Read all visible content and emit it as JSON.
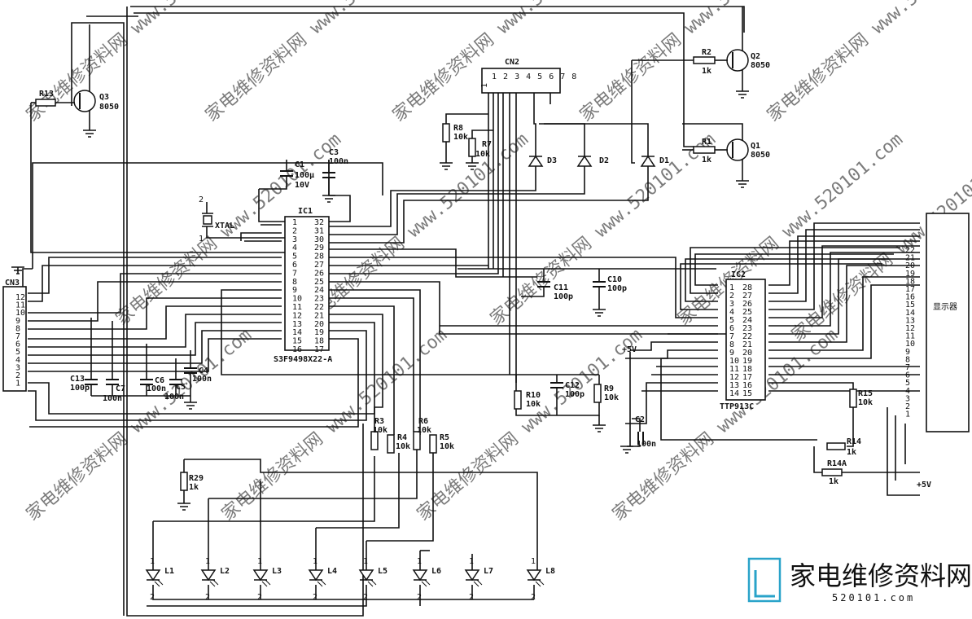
{
  "watermark": "家电维修资料网 www.520101.com",
  "logo": {
    "name": "家电维修资料网",
    "url": "520101.com"
  },
  "ic1": {
    "label": "IC1",
    "part": "S3F9498X22-A",
    "left_pins": [
      "1",
      "2",
      "3",
      "4",
      "5",
      "6",
      "7",
      "8",
      "9",
      "10",
      "11",
      "12",
      "13",
      "14",
      "15",
      "16"
    ],
    "right_pins": [
      "32",
      "31",
      "30",
      "29",
      "28",
      "27",
      "26",
      "25",
      "24",
      "23",
      "22",
      "21",
      "20",
      "19",
      "18",
      "17"
    ]
  },
  "ic2": {
    "label": "IC2",
    "part": "TTP913C",
    "left_pins": [
      "1",
      "2",
      "3",
      "4",
      "5",
      "6",
      "7",
      "8",
      "9",
      "10",
      "11",
      "12",
      "13",
      "14"
    ],
    "right_pins": [
      "28",
      "27",
      "26",
      "25",
      "24",
      "23",
      "22",
      "21",
      "20",
      "19",
      "18",
      "17",
      "16",
      "15"
    ]
  },
  "cn2": {
    "label": "CN2",
    "pins": "1 2 3 4 5 6 7 8"
  },
  "cn3": {
    "label": "CN3",
    "pins": [
      "12",
      "11",
      "10",
      "9",
      "8",
      "7",
      "6",
      "5",
      "4",
      "3",
      "2",
      "1"
    ]
  },
  "display": {
    "label": "显示器",
    "pins": [
      "22",
      "21",
      "20",
      "19",
      "18",
      "17",
      "16",
      "15",
      "14",
      "13",
      "12",
      "11",
      "10",
      "9",
      "8",
      "7",
      "6",
      "5",
      "4",
      "3",
      "2",
      "1"
    ]
  },
  "transistors": [
    {
      "ref": "Q3",
      "type": "8050"
    },
    {
      "ref": "Q2",
      "type": "8050"
    },
    {
      "ref": "Q1",
      "type": "8050"
    }
  ],
  "resistors": [
    {
      "ref": "R13",
      "value": ""
    },
    {
      "ref": "R2",
      "value": "1k"
    },
    {
      "ref": "R1",
      "value": "1k"
    },
    {
      "ref": "R8",
      "value": "10k"
    },
    {
      "ref": "R7",
      "value": "10k"
    },
    {
      "ref": "R10",
      "value": "10k"
    },
    {
      "ref": "R9",
      "value": "10k"
    },
    {
      "ref": "R3",
      "value": "10k"
    },
    {
      "ref": "R4",
      "value": "10k"
    },
    {
      "ref": "R6",
      "value": "10k"
    },
    {
      "ref": "R5",
      "value": "10k"
    },
    {
      "ref": "R29",
      "value": "1k"
    },
    {
      "ref": "R15",
      "value": "10k"
    },
    {
      "ref": "R14",
      "value": "1k"
    },
    {
      "ref": "R14A",
      "value": "1k"
    }
  ],
  "capacitors": [
    {
      "ref": "C1",
      "value": "100μ",
      "rating": "10V"
    },
    {
      "ref": "C3",
      "value": "100n"
    },
    {
      "ref": "C11",
      "value": "100p"
    },
    {
      "ref": "C10",
      "value": "100p"
    },
    {
      "ref": "C12",
      "value": "100p"
    },
    {
      "ref": "C13",
      "value": "100p"
    },
    {
      "ref": "C7",
      "value": "100n"
    },
    {
      "ref": "C6",
      "value": "100n"
    },
    {
      "ref": "C5",
      "value": "100n"
    },
    {
      "ref": "C4",
      "value": "100n"
    },
    {
      "ref": "C2",
      "value": "100n"
    }
  ],
  "diodes": [
    "D3",
    "D2",
    "D1"
  ],
  "crystal": {
    "ref": "XTAL",
    "pin_top": "2",
    "pin_bottom": "1"
  },
  "leds": [
    "L1",
    "L2",
    "L3",
    "L4",
    "L5",
    "L6",
    "L7",
    "L8"
  ],
  "led_pin_top": "1",
  "led_pin_bottom": "2",
  "supply": [
    "+5V",
    "+5V"
  ]
}
